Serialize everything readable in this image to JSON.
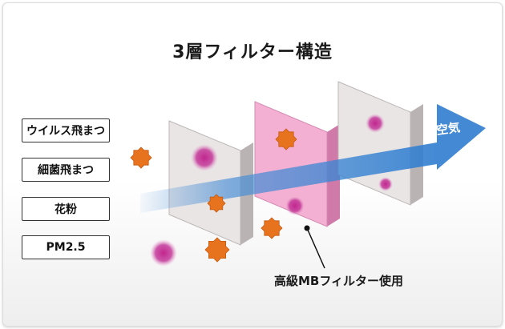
{
  "title": "3層フィルター構造",
  "particles": [
    {
      "label": "ウイルス飛まつ"
    },
    {
      "label": "細菌飛まつ"
    },
    {
      "label": "花粉"
    },
    {
      "label": "PM2.5"
    }
  ],
  "air_label": "空気",
  "filter_caption": "高級MBフィルター使用",
  "colors": {
    "arrow": "#4a8fd6",
    "filter_pink": "#f4b3d3",
    "filter_gray": "#e6e2e2",
    "virus_orange": "#e8731e",
    "bacteria_magenta": "#a82e8f"
  }
}
